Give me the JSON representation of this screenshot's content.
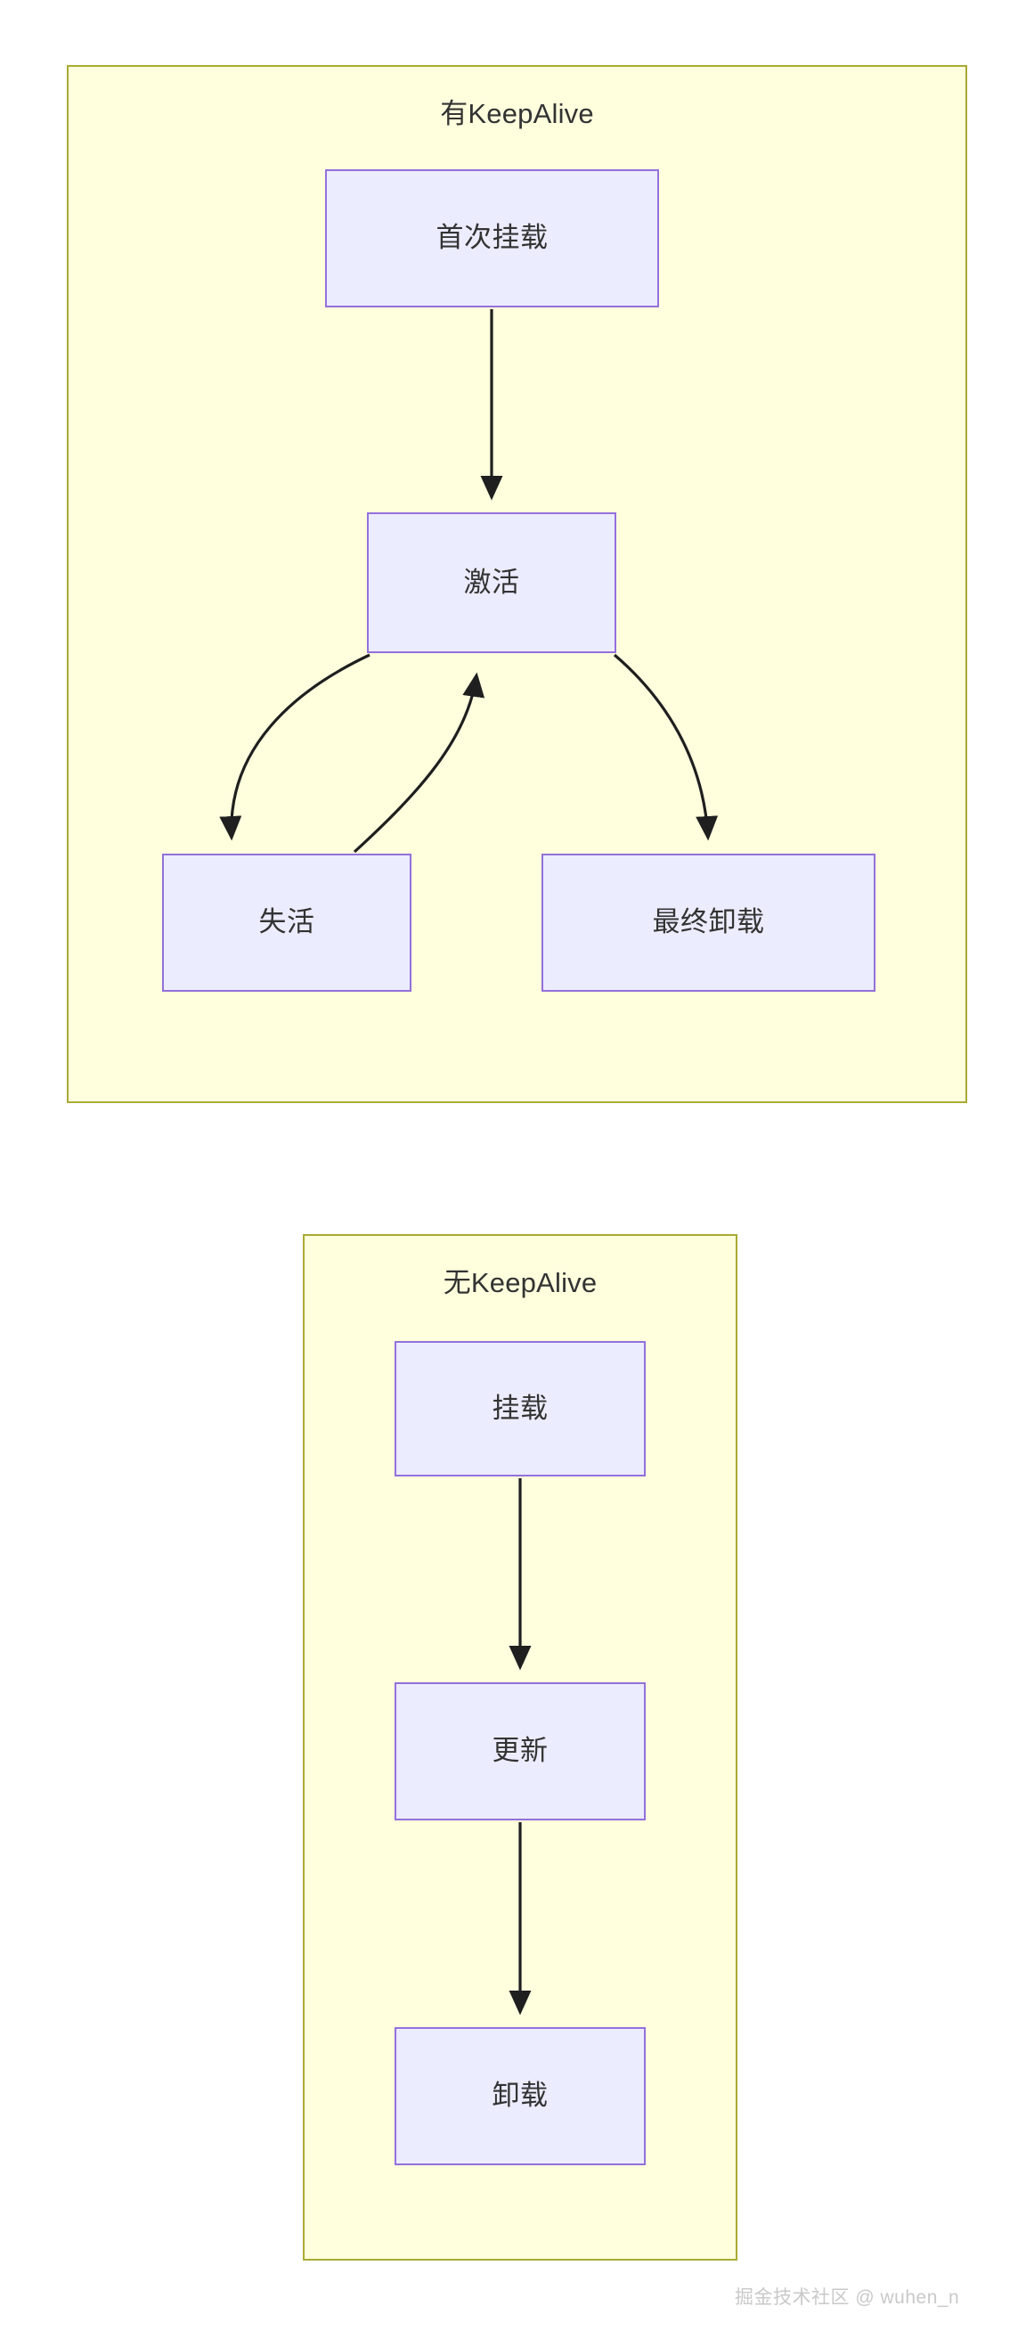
{
  "diagram": {
    "type": "flowchart",
    "background_color": "#ffffff",
    "subgraph_fill": "#ffffde",
    "subgraph_border": "#aaaa33",
    "node_fill": "#ececff",
    "node_border": "#9370db",
    "edge_color": "#1f1f1f",
    "text_color": "#333333",
    "subgraphs": [
      {
        "id": "with-keepalive",
        "title": "有KeepAlive",
        "nodes": [
          {
            "id": "first-mount",
            "label": "首次挂载"
          },
          {
            "id": "activated",
            "label": "激活"
          },
          {
            "id": "deactivated",
            "label": "失活"
          },
          {
            "id": "final-unmount",
            "label": "最终卸载"
          }
        ],
        "edges": [
          {
            "from": "first-mount",
            "to": "activated"
          },
          {
            "from": "activated",
            "to": "deactivated"
          },
          {
            "from": "deactivated",
            "to": "activated"
          },
          {
            "from": "activated",
            "to": "final-unmount"
          }
        ]
      },
      {
        "id": "without-keepalive",
        "title": "无KeepAlive",
        "nodes": [
          {
            "id": "mount",
            "label": "挂载"
          },
          {
            "id": "update",
            "label": "更新"
          },
          {
            "id": "unmount",
            "label": "卸载"
          }
        ],
        "edges": [
          {
            "from": "mount",
            "to": "update"
          },
          {
            "from": "update",
            "to": "unmount"
          }
        ]
      }
    ]
  },
  "watermark": {
    "text": "掘金技术社区 @ wuhen_n"
  }
}
